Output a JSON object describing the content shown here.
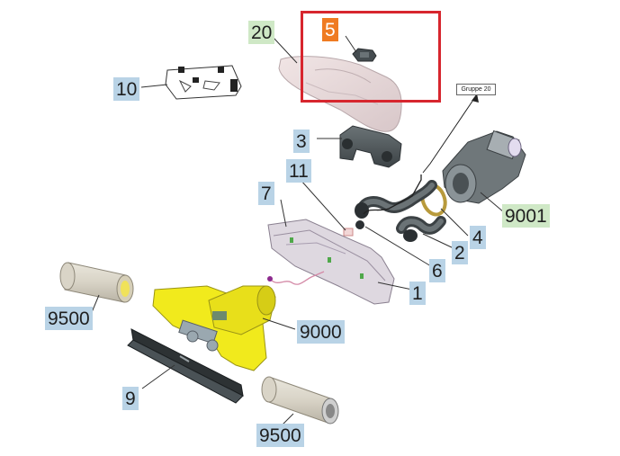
{
  "parts": [
    {
      "id": "part-20",
      "label": "20",
      "style": "green"
    },
    {
      "id": "part-5",
      "label": "5",
      "style": "orange"
    },
    {
      "id": "part-10",
      "label": "10",
      "style": "blue"
    },
    {
      "id": "part-3",
      "label": "3",
      "style": "blue"
    },
    {
      "id": "part-11",
      "label": "11",
      "style": "blue"
    },
    {
      "id": "part-7",
      "label": "7",
      "style": "blue"
    },
    {
      "id": "part-9001",
      "label": "9001",
      "style": "green"
    },
    {
      "id": "part-4",
      "label": "4",
      "style": "blue"
    },
    {
      "id": "part-2",
      "label": "2",
      "style": "blue"
    },
    {
      "id": "part-6",
      "label": "6",
      "style": "blue"
    },
    {
      "id": "part-1",
      "label": "1",
      "style": "blue"
    },
    {
      "id": "part-9500a",
      "label": "9500",
      "style": "blue"
    },
    {
      "id": "part-9000",
      "label": "9000",
      "style": "blue"
    },
    {
      "id": "part-9",
      "label": "9",
      "style": "blue"
    },
    {
      "id": "part-9500b",
      "label": "9500",
      "style": "blue"
    }
  ],
  "group_tag": "Gruppe 20",
  "highlight_color": "#d7262e",
  "colors": {
    "blue": "#b9d3e6",
    "green": "#cfe8c6",
    "orange": "#ef7b22",
    "yellow": "#f1ea1c"
  }
}
